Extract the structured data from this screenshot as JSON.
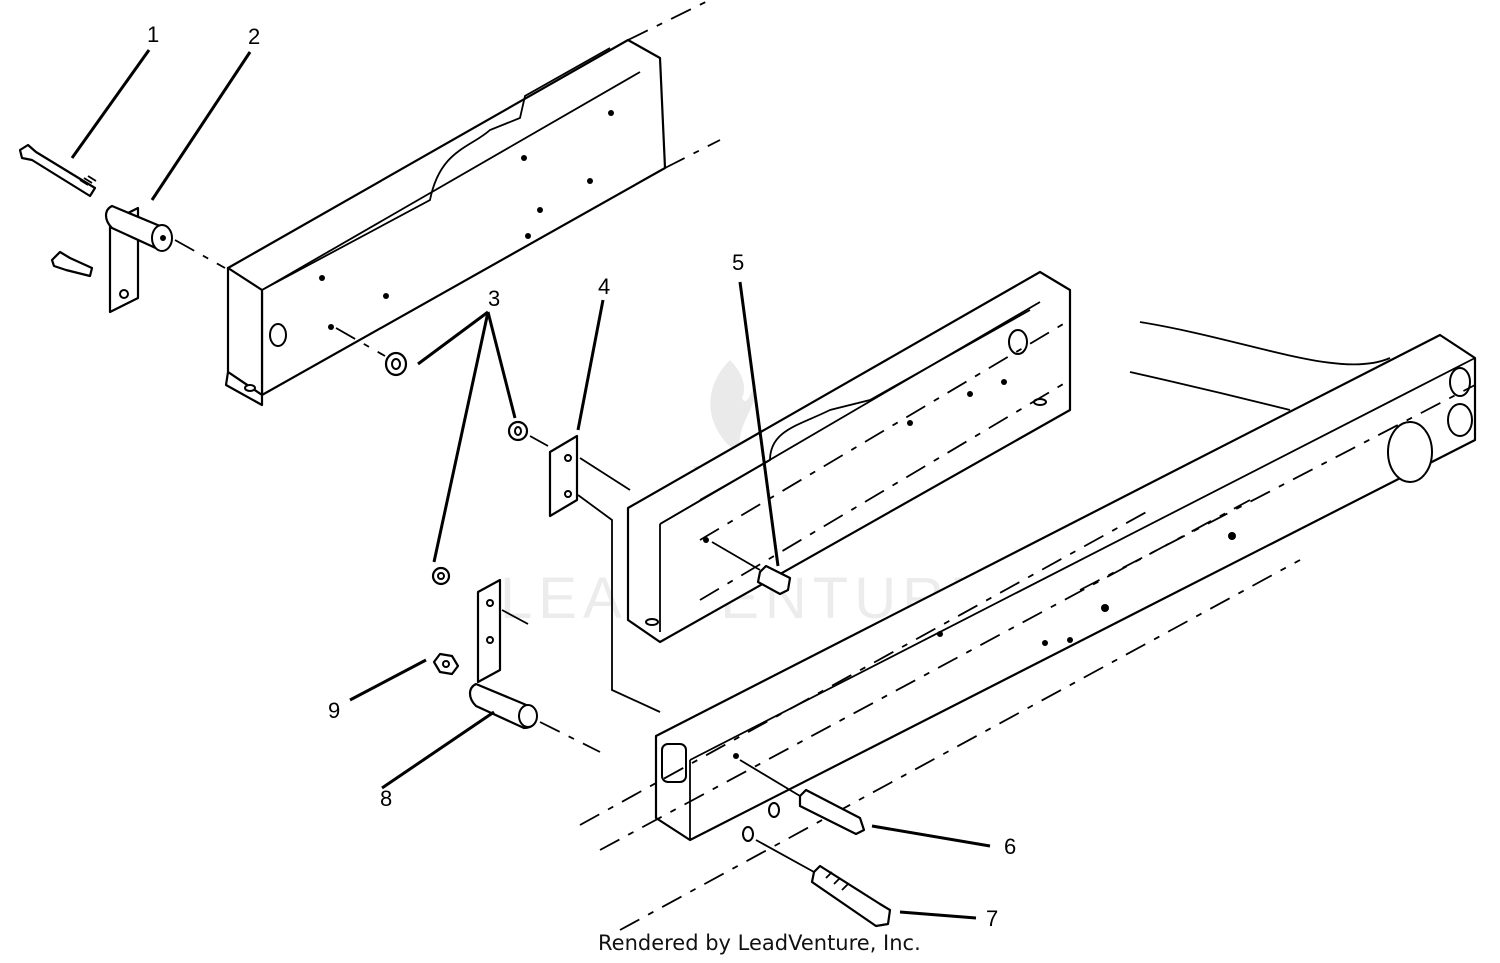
{
  "callouts": [
    {
      "number": "1",
      "part": "bolt"
    },
    {
      "number": "2",
      "part": "spacer-bracket"
    },
    {
      "number": "3",
      "part": "lock-nut"
    },
    {
      "number": "4",
      "part": "plate"
    },
    {
      "number": "5",
      "part": "bolt"
    },
    {
      "number": "6",
      "part": "bolt"
    },
    {
      "number": "7",
      "part": "bolt"
    },
    {
      "number": "8",
      "part": "spacer-bracket"
    },
    {
      "number": "9",
      "part": "nut"
    }
  ],
  "footer": "Rendered by LeadVenture, Inc.",
  "watermark": "LEADVENTURE"
}
